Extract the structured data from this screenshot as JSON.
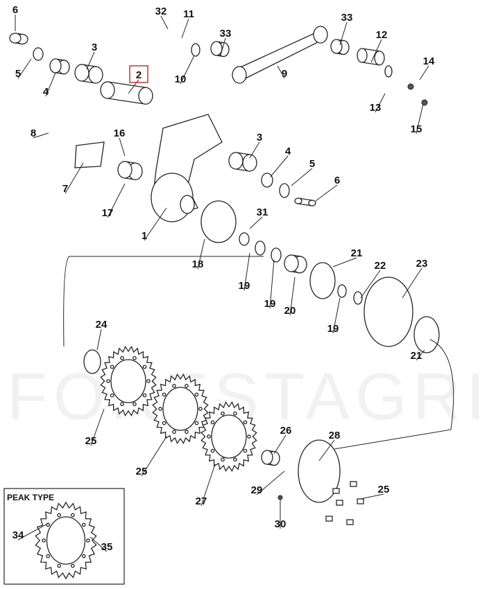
{
  "diagram": {
    "watermark": "FORESTAGRI",
    "highlighted_part": "2",
    "highlight_color": "#c0392b",
    "inset_title": "PEAK TYPE",
    "callouts": [
      "6",
      "32",
      "11",
      "33",
      "3",
      "33",
      "12",
      "5",
      "4",
      "2",
      "10",
      "9",
      "14",
      "13",
      "15",
      "8",
      "16",
      "3",
      "4",
      "5",
      "6",
      "7",
      "17",
      "31",
      "1",
      "18",
      "21",
      "22",
      "23",
      "19",
      "19",
      "20",
      "19",
      "24",
      "21",
      "26",
      "28",
      "25",
      "25",
      "27",
      "29",
      "25",
      "30",
      "34",
      "35"
    ]
  }
}
